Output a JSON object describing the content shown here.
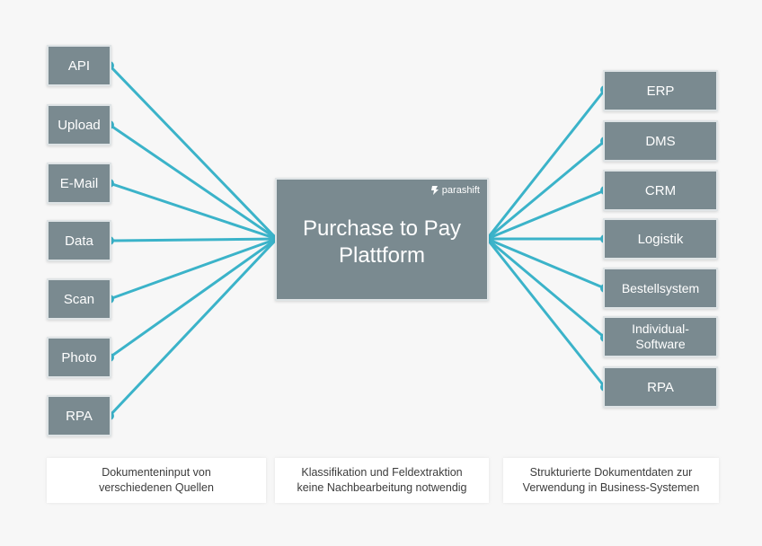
{
  "sources": [
    "API",
    "Upload",
    "E-Mail",
    "Data",
    "Scan",
    "Photo",
    "RPA"
  ],
  "platform": {
    "title_line1": "Purchase to Pay",
    "title_line2": "Plattform",
    "brand": "parashift"
  },
  "targets": [
    {
      "line1": "ERP",
      "line2": ""
    },
    {
      "line1": "DMS",
      "line2": ""
    },
    {
      "line1": "CRM",
      "line2": ""
    },
    {
      "line1": "Logistik",
      "line2": ""
    },
    {
      "line1": "Bestellsystem",
      "line2": ""
    },
    {
      "line1": "Individual-",
      "line2": "Software"
    },
    {
      "line1": "RPA",
      "line2": ""
    }
  ],
  "captions": {
    "left": {
      "line1": "Dokumenteninput von",
      "line2": "verschiedenen Quellen"
    },
    "center": {
      "line1": "Klassifikation und Feldextraktion",
      "line2": "keine Nachbearbeitung notwendig"
    },
    "right": {
      "line1": "Strukturierte Dokumentdaten zur",
      "line2": "Verwendung in Business-Systemen"
    }
  },
  "colors": {
    "box": "#7a8a90",
    "connector": "#3bb3c9",
    "background": "#f7f7f7"
  }
}
